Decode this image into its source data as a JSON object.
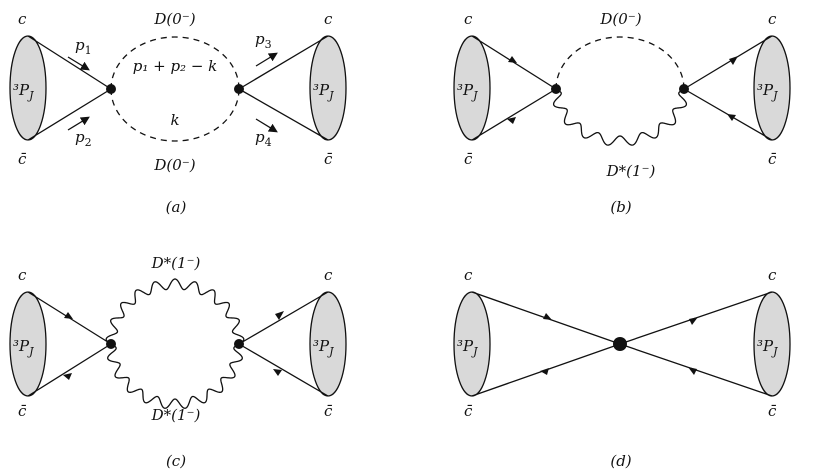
{
  "blob_label": "³P",
  "blob_sub": "J",
  "quark": "c",
  "antiquark": "c̄",
  "panels": {
    "a": {
      "caption": "(a)",
      "top_meson": "D(0⁻)",
      "bottom_meson": "D(0⁻)",
      "loop_top_momentum": "p₁ + p₂ − k",
      "loop_bottom_momentum": "k",
      "p1": "p",
      "p1_sub": "1",
      "p2": "p",
      "p2_sub": "2",
      "p3": "p",
      "p3_sub": "3",
      "p4": "p",
      "p4_sub": "4"
    },
    "b": {
      "caption": "(b)",
      "top_meson": "D(0⁻)",
      "bottom_meson": "D*(1⁻)"
    },
    "c": {
      "caption": "(c)",
      "top_meson": "D*(1⁻)",
      "bottom_meson": "D*(1⁻)"
    },
    "d": {
      "caption": "(d)"
    }
  }
}
